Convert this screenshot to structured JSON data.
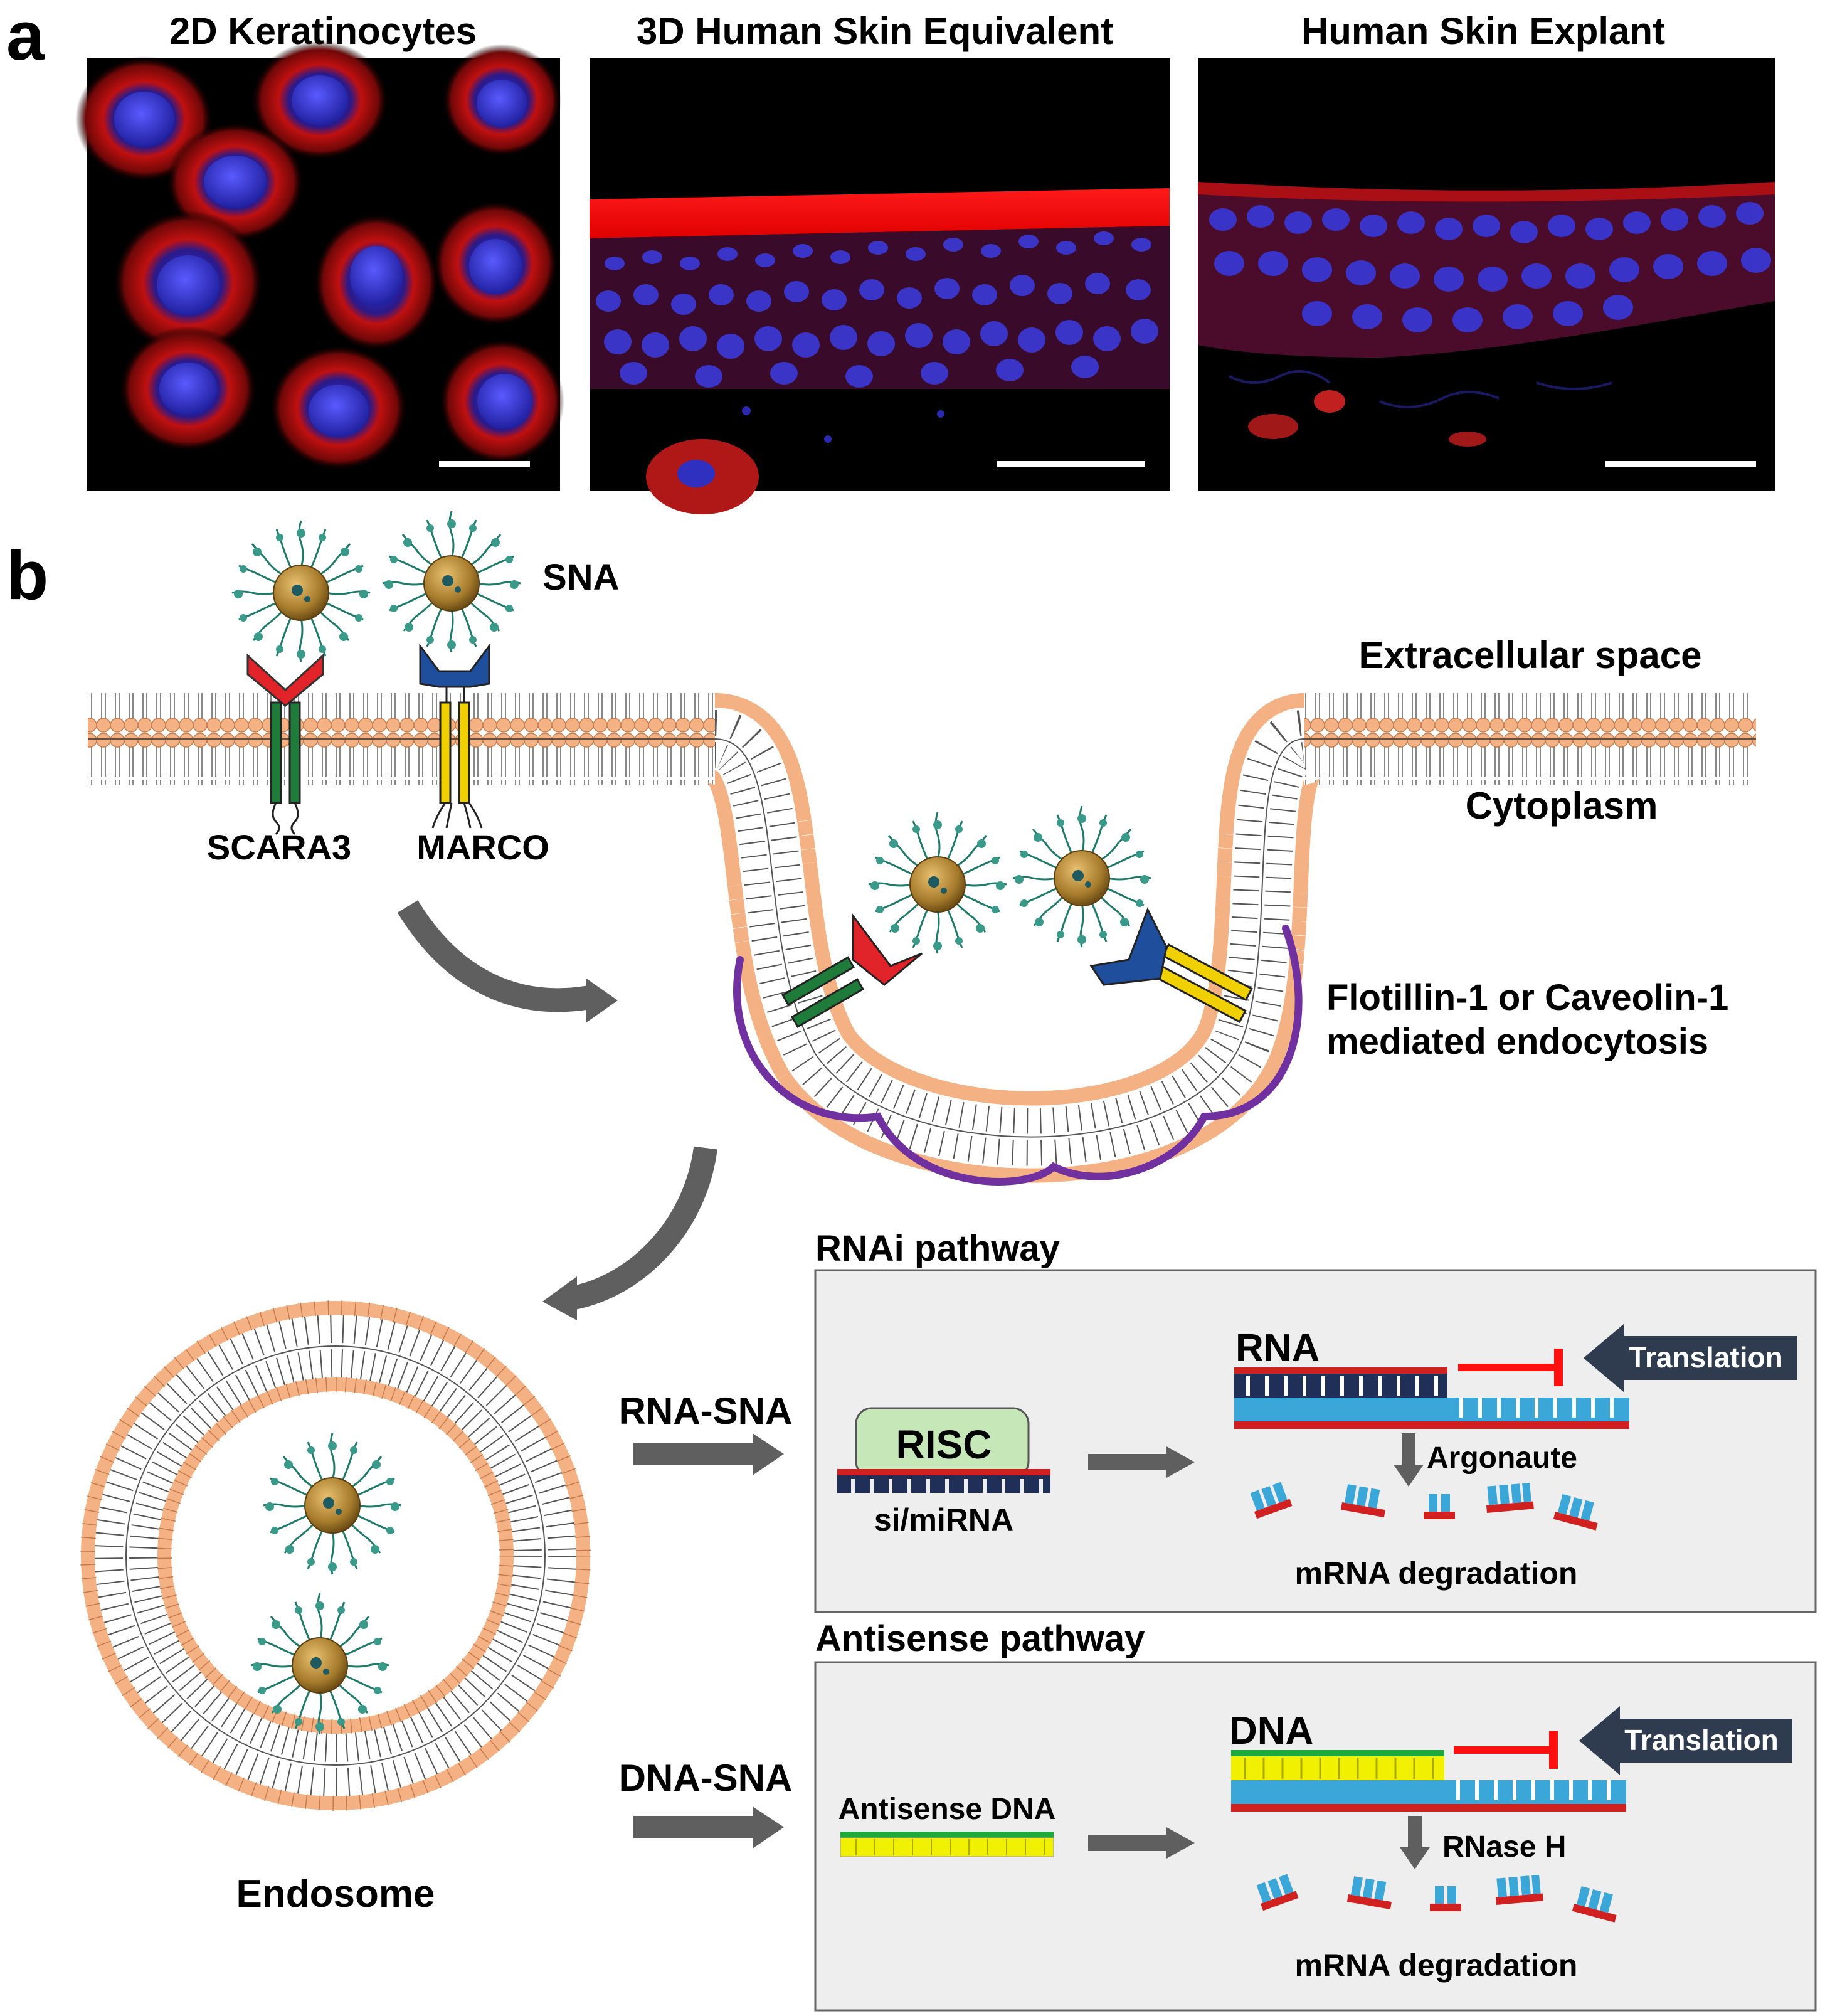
{
  "panel_a": {
    "letter": "a",
    "images": [
      {
        "title": "2D Keratinocytes"
      },
      {
        "title": "3D Human Skin Equivalent"
      },
      {
        "title": "Human Skin Explant"
      }
    ]
  },
  "panel_b": {
    "letter": "b",
    "sna_label": "SNA",
    "receptor_scara3": "SCARA3",
    "receptor_marco": "MARCO",
    "extracellular_label": "Extracellular space",
    "cytoplasm_label": "Cytoplasm",
    "endocytosis_line1": "Flotillin-1 or Caveolin-1",
    "endocytosis_line2": "mediated endocytosis",
    "endosome_label": "Endosome",
    "rna_sna_label": "RNA-SNA",
    "dna_sna_label": "DNA-SNA",
    "rnai": {
      "title": "RNAi pathway",
      "risc": "RISC",
      "guide": "si/miRNA",
      "strand": "RNA",
      "translation": "Translation",
      "enzyme": "Argonaute",
      "result": "mRNA degradation"
    },
    "antisense": {
      "title": "Antisense pathway",
      "guide": "Antisense DNA",
      "strand": "DNA",
      "translation": "Translation",
      "enzyme": "RNase H",
      "result": "mRNA degradation"
    }
  },
  "colors": {
    "lipid_head": "#f4b183",
    "caveolin": "#7030a0",
    "receptor_red": "#e0242a",
    "receptor_blue": "#1f4e9c",
    "transmembrane_green": "#1e7b3a",
    "transmembrane_yellow": "#f0d000",
    "translation_arrow": "#2f3b4f",
    "inhibit_red": "#ff1010",
    "box_bg": "#eeeeee",
    "risc_green": "#c6e8b8"
  }
}
